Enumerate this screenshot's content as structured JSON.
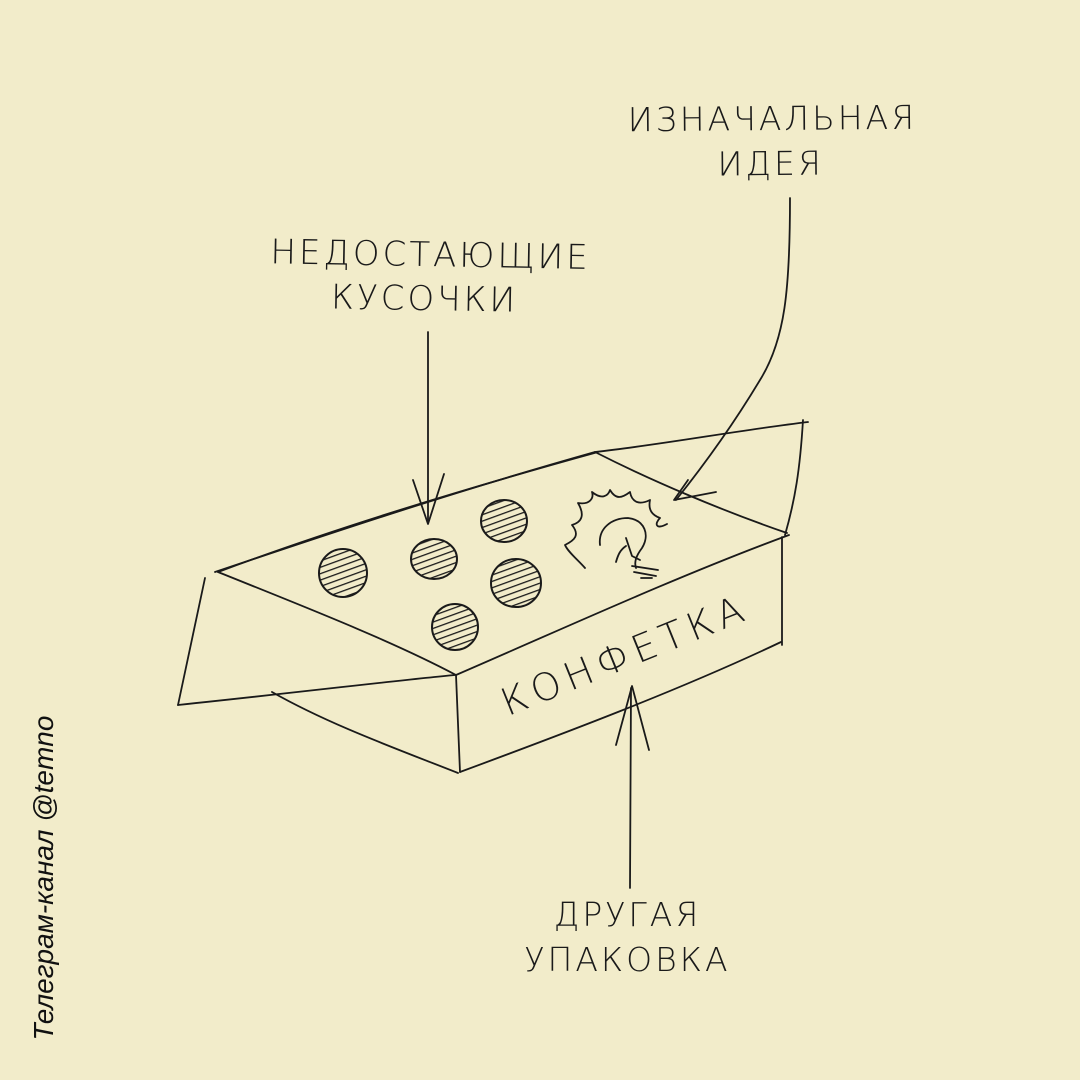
{
  "labels": {
    "missing_pieces": [
      "НЕДОСТАЮЩИЕ",
      "КУСОЧКИ"
    ],
    "original_idea": [
      "ИЗНАЧАЛЬНАЯ",
      "ИДЕЯ"
    ],
    "other_package": [
      "ДРУГАЯ",
      "УПАКОВКА"
    ],
    "candy": "КОНФЕТКА"
  },
  "watermark": "Телеграм-канал @temno",
  "colors": {
    "background": "#f2ecca",
    "ink": "#1a1a1a"
  }
}
